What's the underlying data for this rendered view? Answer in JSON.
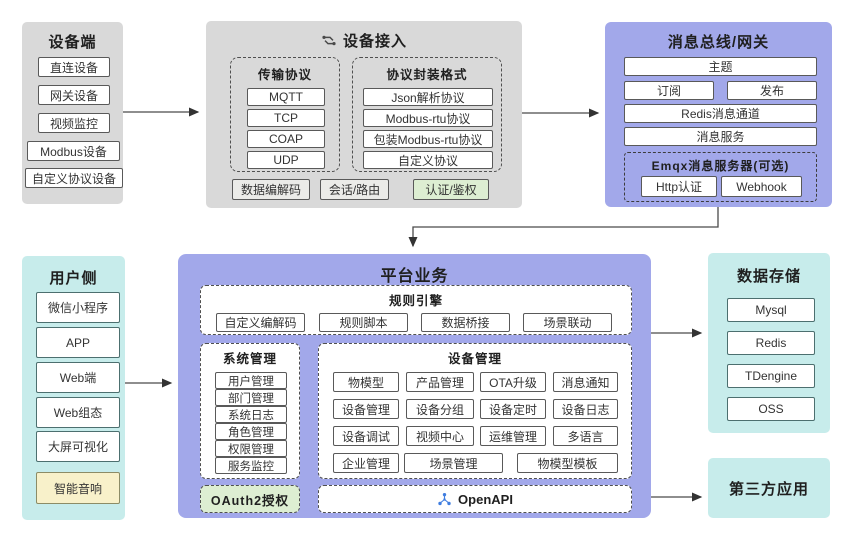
{
  "colors": {
    "panel_gray": "#d9d9d9",
    "panel_purple": "#a2a8ea",
    "panel_cyan": "#c7eceb",
    "chip_green": "#ddeed2",
    "chip_yellow": "#f8f1ca",
    "chip_gray": "#ebebe8",
    "openapi_icon_blue": "#3f7de0",
    "arrow": "#444444"
  },
  "device_side": {
    "title": "设备端",
    "items": [
      "直连设备",
      "网关设备",
      "视频监控",
      "Modbus设备",
      "自定义协议设备"
    ]
  },
  "device_access": {
    "title": "设备接入",
    "transport": {
      "title": "传输协议",
      "items": [
        "MQTT",
        "TCP",
        "COAP",
        "UDP"
      ]
    },
    "encapsulation": {
      "title": "协议封装格式",
      "items": [
        "Json解析协议",
        "Modbus-rtu协议",
        "包装Modbus-rtu协议",
        "自定义协议"
      ]
    },
    "footer": [
      "数据编解码",
      "会话/路由",
      "认证/鉴权"
    ]
  },
  "message_bus": {
    "title": "消息总线/网关",
    "topic": "主题",
    "subscribe": "订阅",
    "publish": "发布",
    "redis_channel": "Redis消息通道",
    "message_service": "消息服务",
    "emqx": {
      "title": "Emqx消息服务器(可选)",
      "items": [
        "Http认证",
        "Webhook"
      ]
    }
  },
  "user_side": {
    "title": "用户侧",
    "items": [
      "微信小程序",
      "APP",
      "Web端",
      "Web组态",
      "大屏可视化",
      "智能音响"
    ]
  },
  "platform": {
    "title": "平台业务",
    "rule_engine": {
      "title": "规则引擎",
      "items": [
        "自定义编解码",
        "规则脚本",
        "数据桥接",
        "场景联动"
      ]
    },
    "system_mgmt": {
      "title": "系统管理",
      "items": [
        "用户管理",
        "部门管理",
        "系统日志",
        "角色管理",
        "权限管理",
        "服务监控"
      ]
    },
    "oauth": "OAuth2授权",
    "device_mgmt": {
      "title": "设备管理",
      "rows": [
        [
          "物模型",
          "产品管理",
          "OTA升级",
          "消息通知"
        ],
        [
          "设备管理",
          "设备分组",
          "设备定时",
          "设备日志"
        ],
        [
          "设备调试",
          "视频中心",
          "运维管理",
          "多语言"
        ],
        [
          "企业管理",
          "场景管理",
          "物模型模板"
        ]
      ]
    },
    "openapi": "OpenAPI"
  },
  "data_storage": {
    "title": "数据存储",
    "items": [
      "Mysql",
      "Redis",
      "TDengine",
      "OSS"
    ]
  },
  "third_party": {
    "title": "第三方应用"
  }
}
